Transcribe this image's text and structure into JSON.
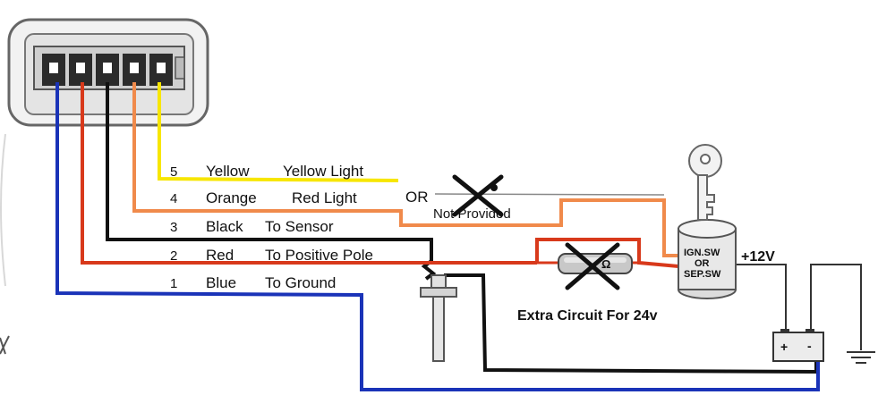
{
  "wires": [
    {
      "pin": "5",
      "color_name": "Yellow",
      "function": "Yellow Light",
      "color": "#f7e600"
    },
    {
      "pin": "4",
      "color_name": "Orange",
      "function": "Red Light",
      "color": "#f08a4b"
    },
    {
      "pin": "3",
      "color_name": "Black",
      "function": "To Sensor",
      "color": "#111111"
    },
    {
      "pin": "2",
      "color_name": "Red",
      "function": "To Positive Pole",
      "color": "#d8391b"
    },
    {
      "pin": "1",
      "color_name": "Blue",
      "function": "To Ground",
      "color": "#1a33b8"
    }
  ],
  "labels": {
    "or": "OR",
    "not_provided": "Not Provided",
    "ign_sw": "IGN.SW",
    "or_small": "OR",
    "sep_sw": "SEP.SW",
    "plus_12v": "+12V",
    "extra_circuit": "Extra Circuit For 24v",
    "ohm": "Ω",
    "battery_plus": "+",
    "battery_minus": "-"
  },
  "icons": [
    "key-icon",
    "ground-icon",
    "battery-icon",
    "resistor-icon",
    "ignition-switch-icon",
    "sensor-probe-icon",
    "connector-icon"
  ]
}
